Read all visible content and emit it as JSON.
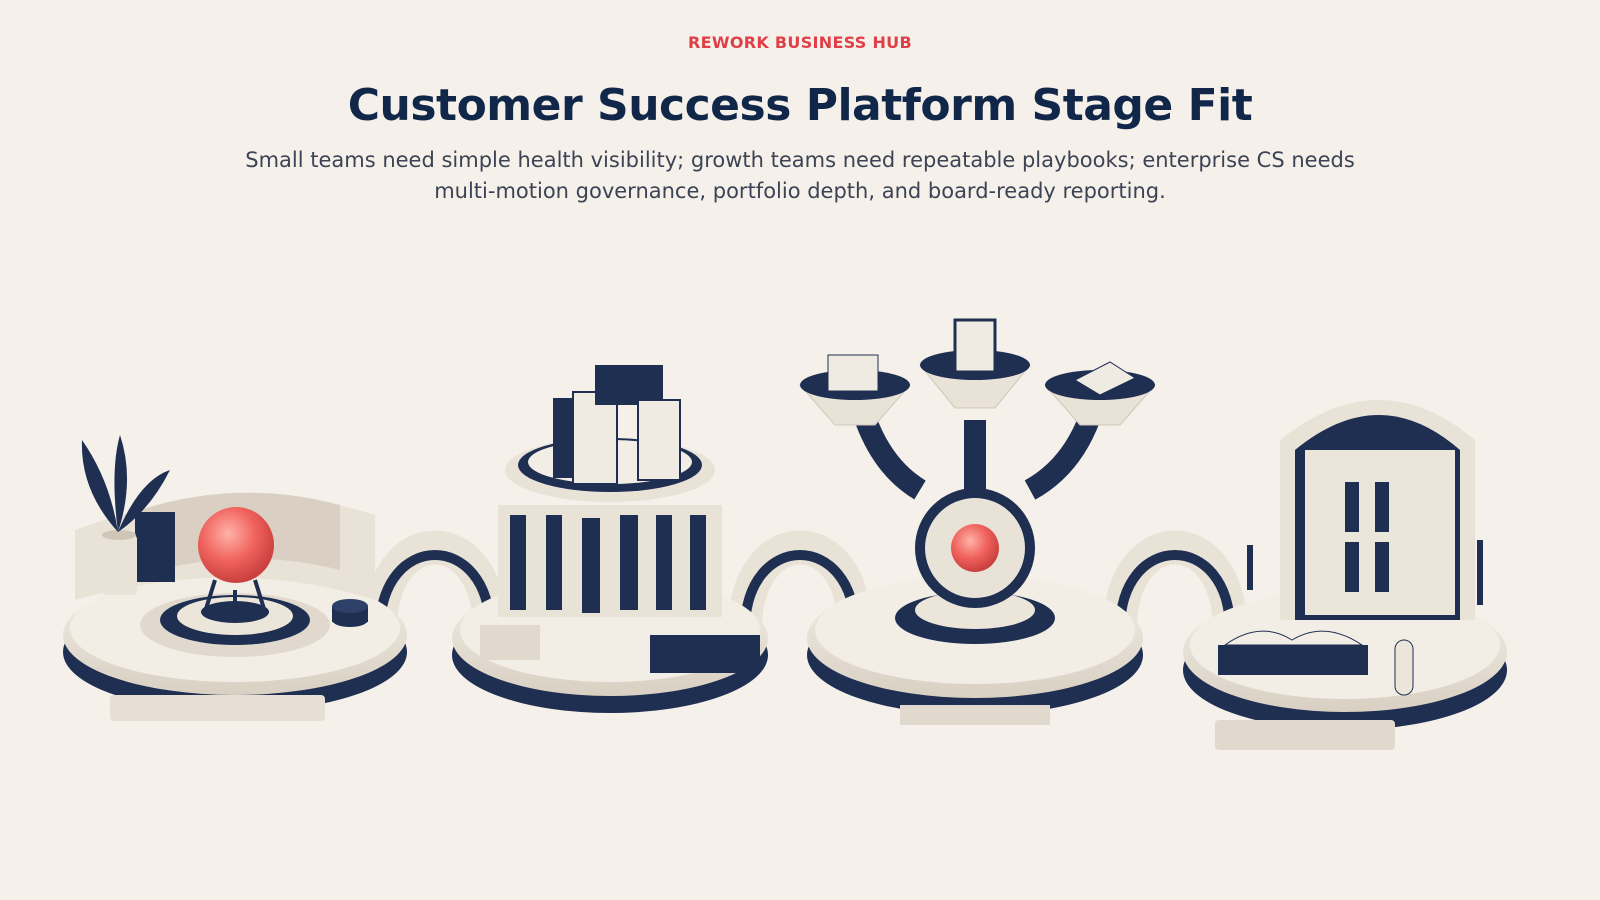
{
  "header": {
    "eyebrow": "REWORK BUSINESS HUB",
    "title": "Customer Success Platform Stage Fit",
    "subtitle": "Small teams need simple health visibility; growth teams need repeatable playbooks; enterprise CS needs multi-motion governance, portfolio depth, and board-ready reporting."
  },
  "colors": {
    "background": "#f5f1ea",
    "navy": "#1f2f52",
    "cream": "#ece5da",
    "accent_red": "#f0625d",
    "eyebrow_red": "#df4048"
  },
  "illustration": {
    "stages": [
      {
        "icon": "health-orb-icon"
      },
      {
        "icon": "playbook-binders-icon"
      },
      {
        "icon": "multi-funnel-hub-icon"
      },
      {
        "icon": "archive-library-icon"
      }
    ]
  }
}
